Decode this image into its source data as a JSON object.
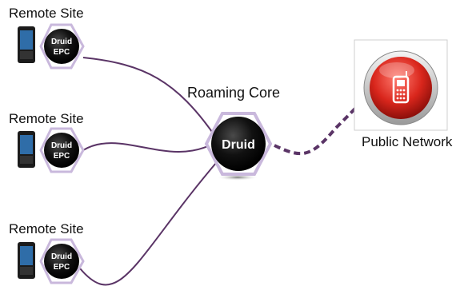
{
  "remote_sites": [
    {
      "label": "Remote Site",
      "node_line1": "Druid",
      "node_line2": "EPC"
    },
    {
      "label": "Remote Site",
      "node_line1": "Druid",
      "node_line2": "EPC"
    },
    {
      "label": "Remote Site",
      "node_line1": "Druid",
      "node_line2": "EPC"
    }
  ],
  "core": {
    "label": "Roaming Core",
    "node_text": "Druid"
  },
  "public_network": {
    "label": "Public Network",
    "icon": "mobile-phone-icon"
  },
  "colors": {
    "link_line": "#5a3466",
    "hex_border": "#c9b8dc",
    "node_fill": "#0a0a0a",
    "public_button": "#d9261c"
  }
}
